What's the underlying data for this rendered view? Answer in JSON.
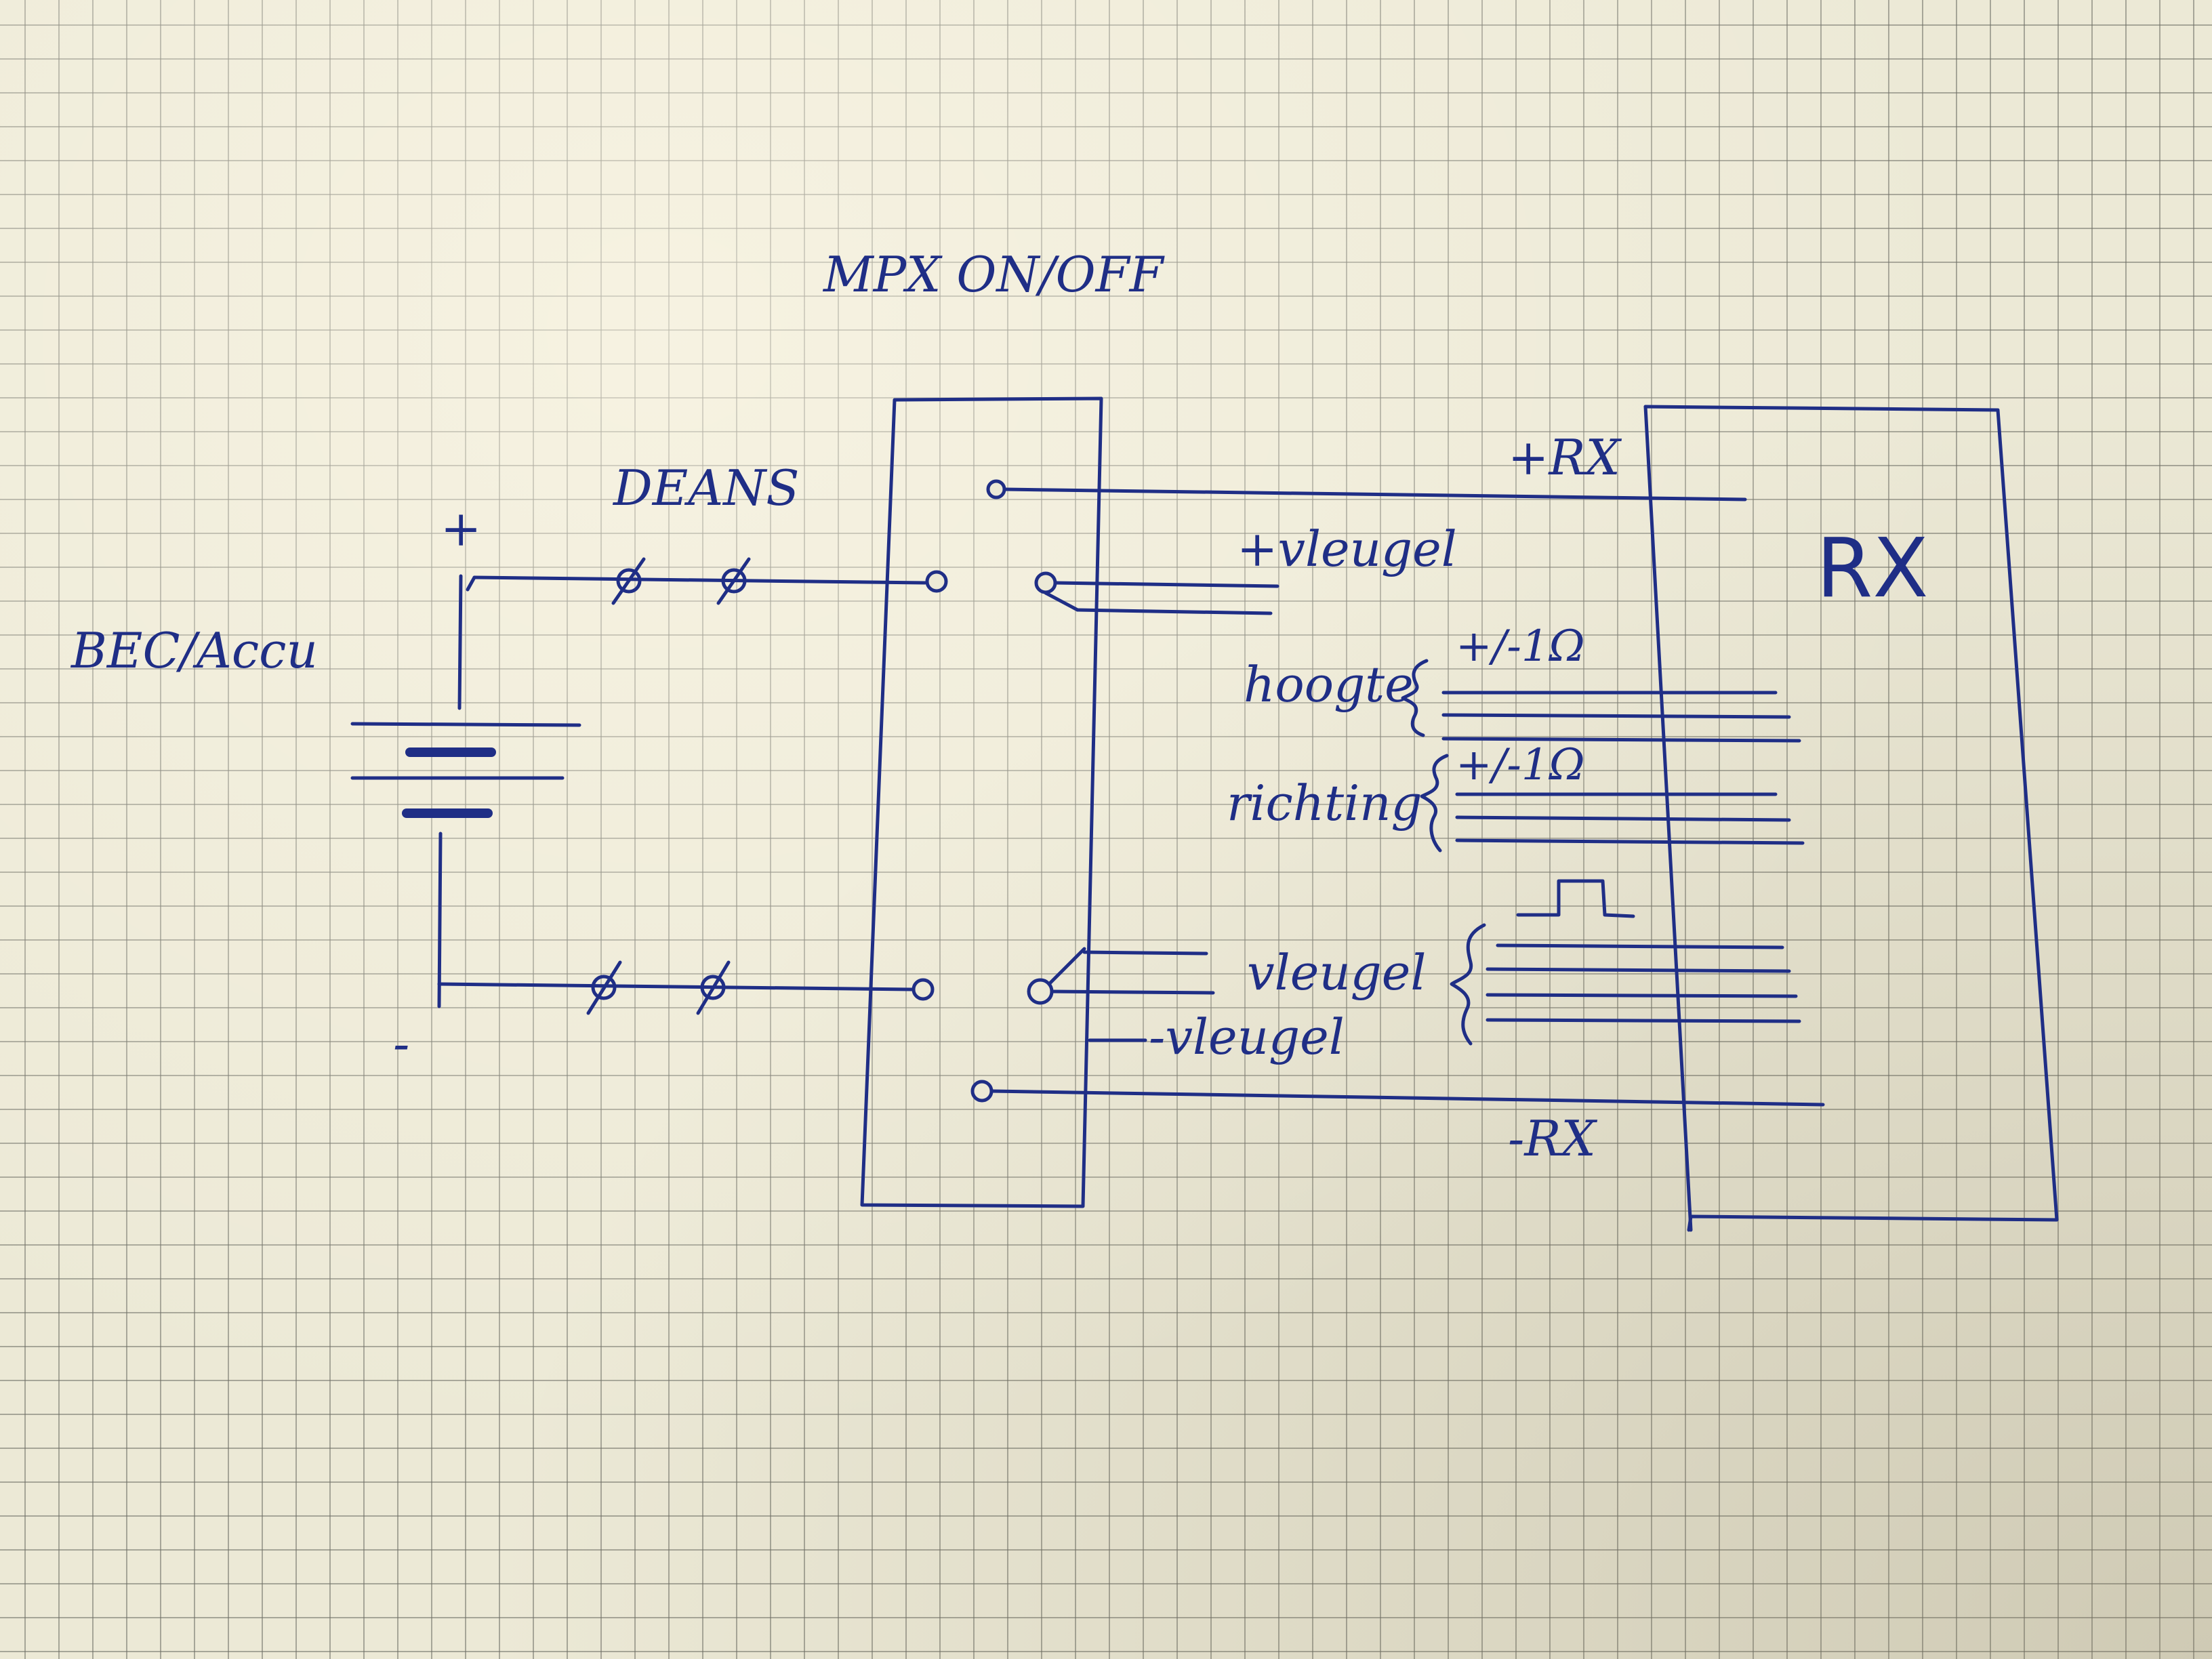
{
  "title": "MPX ON/OFF",
  "battery_label": "BEC/Accu",
  "connector_label": "DEANS",
  "plus_sign": "+",
  "minus_sign": "-",
  "receiver_label": "RX",
  "rx_plus": "+RX",
  "rx_minus": "-RX",
  "outputs": {
    "wing_plus": "+vleugel",
    "height": "hoogte",
    "direction": "richting",
    "wing": "vleugel",
    "wing_minus": "-vleugel",
    "resistance_1": "+/-1Ω",
    "resistance_2": "+/-1Ω"
  },
  "colors": {
    "ink": "#1f2e86",
    "paper": "#ece9d6",
    "grid": "#6e6e64"
  }
}
